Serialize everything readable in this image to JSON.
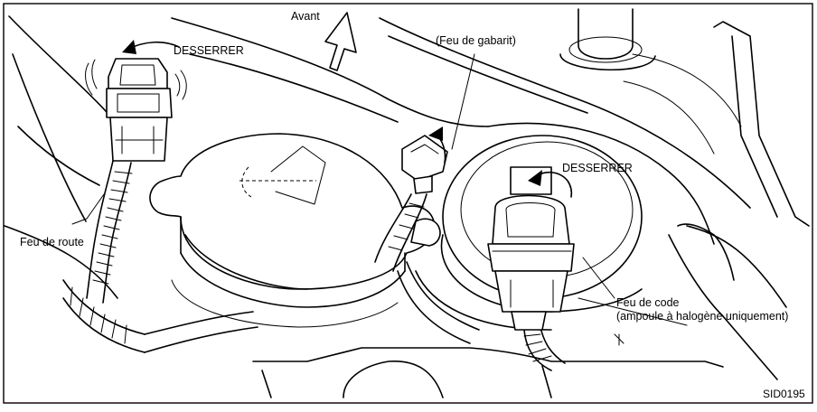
{
  "labels": {
    "avant": "Avant",
    "loosen_left": "DESSERRER",
    "clearance_light": "(Feu de gabarit)",
    "loosen_right": "DESSERRER",
    "high_beam": "Feu de route",
    "low_beam_line1": "Feu de code",
    "low_beam_line2": "(ampoule à halogène uniquement)",
    "figure_code": "SID0195"
  }
}
